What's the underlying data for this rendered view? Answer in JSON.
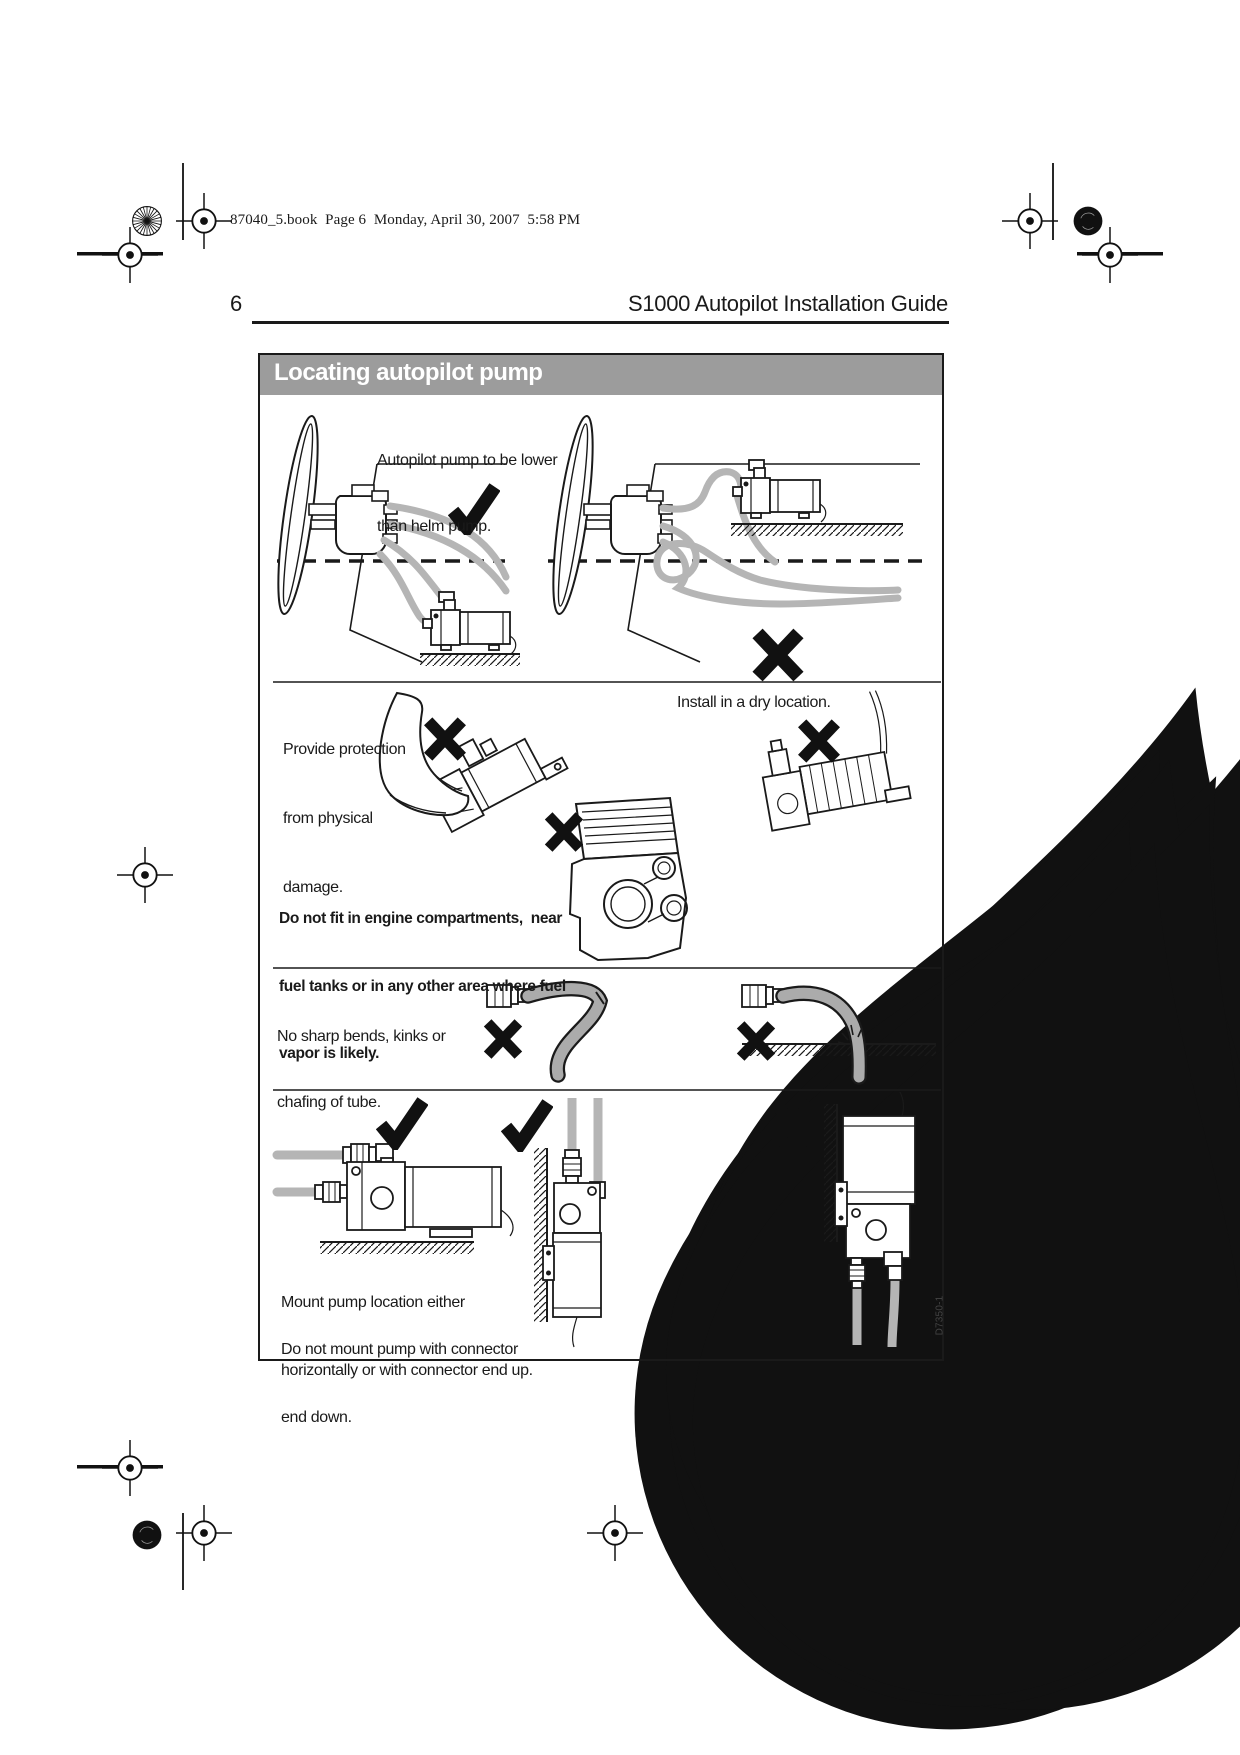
{
  "proof_header": {
    "text": "87040_5.book  Page 6  Monday, April 30, 2007  5:58 PM"
  },
  "page_header": {
    "page_number": "6",
    "title": "S1000 Autopilot Installation Guide"
  },
  "panel": {
    "title": "Locating autopilot pump",
    "drawing_number": "D7350-1",
    "sections": {
      "pump_height": {
        "caption": [
          "Autopilot pump to be lower",
          "than helm pump."
        ]
      },
      "protection": {
        "left_caption": [
          "Provide protection",
          "from physical",
          "damage."
        ],
        "right_caption": "Install in a dry location.",
        "warning": [
          "Do not fit in engine compartments,  near",
          "fuel tanks or in any other area where fuel",
          "vapor is likely."
        ]
      },
      "tubing": {
        "caption": [
          "No sharp bends, kinks or",
          "chafing of tube."
        ]
      },
      "mounting": {
        "caption_do": [
          "Mount pump location either",
          "horizontally or with connector end up."
        ],
        "caption_dont": [
          "Do not mount pump with connector",
          "end down."
        ]
      }
    }
  },
  "icons": {
    "approved": "check-icon",
    "prohibited": "cross-icon",
    "rain": "raindrop-icon",
    "registration": "registration-target-icon"
  },
  "colors": {
    "paper": "#ffffff",
    "ink": "#1a1a1a",
    "panel_header_bg": "#9c9c9c",
    "hose_gray": "#b5b5b5",
    "title_text": "#ffffff"
  }
}
